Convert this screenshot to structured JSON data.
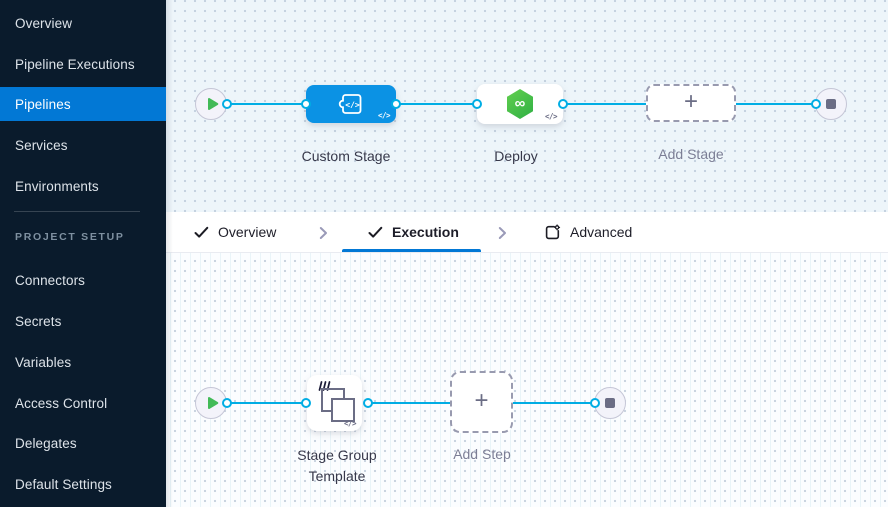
{
  "sidebar": {
    "items": [
      {
        "label": "Overview",
        "selected": false
      },
      {
        "label": "Pipeline Executions",
        "selected": false
      },
      {
        "label": "Pipelines",
        "selected": true
      },
      {
        "label": "Services",
        "selected": false
      },
      {
        "label": "Environments",
        "selected": false
      }
    ],
    "section_label": "PROJECT SETUP",
    "setup_items": [
      {
        "label": "Connectors"
      },
      {
        "label": "Secrets"
      },
      {
        "label": "Variables"
      },
      {
        "label": "Access Control"
      },
      {
        "label": "Delegates"
      },
      {
        "label": "Default Settings"
      }
    ]
  },
  "tabs": {
    "overview": {
      "label": "Overview"
    },
    "execution": {
      "label": "Execution"
    },
    "advanced": {
      "label": "Advanced"
    },
    "active": "Execution"
  },
  "stage_pipeline": {
    "nodes": [
      {
        "label": "Custom Stage",
        "type": "custom-stage",
        "code_badge": "</>"
      },
      {
        "label": "Deploy",
        "type": "deploy-stage",
        "code_badge": "</>"
      },
      {
        "label": "Add Stage",
        "type": "add",
        "plus": "+"
      }
    ]
  },
  "execution_pipeline": {
    "nodes": [
      {
        "label": "Stage Group Template",
        "type": "stage-group-template",
        "code_badge": "</>"
      },
      {
        "label": "Add Step",
        "type": "add",
        "plus": "+"
      }
    ]
  },
  "icons": {
    "custom_stage_glyph": "</>",
    "deploy_glyph": "∞"
  },
  "colors": {
    "sidebar_bg": "#0a1b2c",
    "selected_item_blue": "#0278d5",
    "edge_blue": "#00ade4",
    "custom_stage_node_blue": "#0b92e4",
    "deploy_green": "#3db647",
    "play_green": "#42ba57",
    "tab_underline_blue": "#0278d5"
  }
}
